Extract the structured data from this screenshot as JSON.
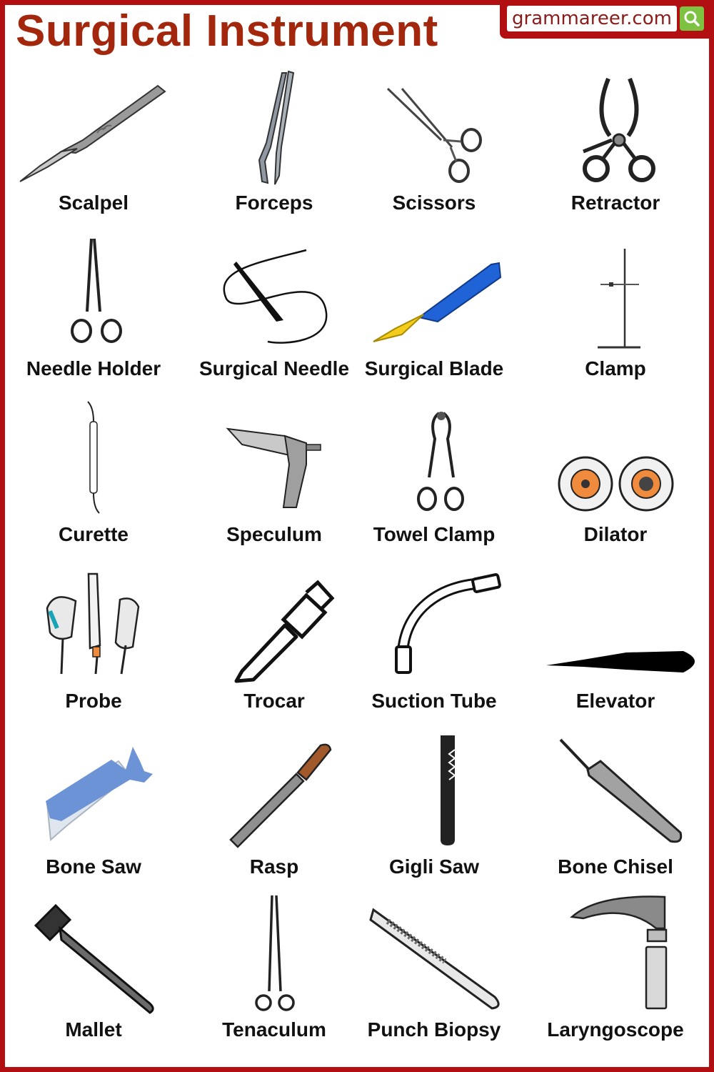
{
  "header": {
    "title": "Surgical Instrument",
    "site": "grammareer.com",
    "search_icon": "search-icon",
    "colors": {
      "border": "#b10f12",
      "title": "#a3270d",
      "search_button": "#7ec242"
    }
  },
  "instruments": [
    {
      "label": "Scalpel",
      "icon": "scalpel-icon"
    },
    {
      "label": "Forceps",
      "icon": "forceps-icon"
    },
    {
      "label": "Scissors",
      "icon": "scissors-icon"
    },
    {
      "label": "Retractor",
      "icon": "retractor-icon"
    },
    {
      "label": "Needle Holder",
      "icon": "needle-holder-icon"
    },
    {
      "label": "Surgical Needle",
      "icon": "surgical-needle-icon"
    },
    {
      "label": "Surgical Blade",
      "icon": "surgical-blade-icon"
    },
    {
      "label": "Clamp",
      "icon": "clamp-icon"
    },
    {
      "label": "Curette",
      "icon": "curette-icon"
    },
    {
      "label": "Speculum",
      "icon": "speculum-icon"
    },
    {
      "label": "Towel Clamp",
      "icon": "towel-clamp-icon"
    },
    {
      "label": "Dilator",
      "icon": "dilator-icon"
    },
    {
      "label": "Probe",
      "icon": "probe-icon"
    },
    {
      "label": "Trocar",
      "icon": "trocar-icon"
    },
    {
      "label": "Suction Tube",
      "icon": "suction-tube-icon"
    },
    {
      "label": "Elevator",
      "icon": "elevator-icon"
    },
    {
      "label": "Bone Saw",
      "icon": "bone-saw-icon"
    },
    {
      "label": "Rasp",
      "icon": "rasp-icon"
    },
    {
      "label": "Gigli Saw",
      "icon": "gigli-saw-icon"
    },
    {
      "label": "Bone Chisel",
      "icon": "bone-chisel-icon"
    },
    {
      "label": "Mallet",
      "icon": "mallet-icon"
    },
    {
      "label": "Tenaculum",
      "icon": "tenaculum-icon"
    },
    {
      "label": "Punch Biopsy",
      "icon": "punch-biopsy-icon"
    },
    {
      "label": "Laryngoscope",
      "icon": "laryngoscope-icon"
    }
  ]
}
